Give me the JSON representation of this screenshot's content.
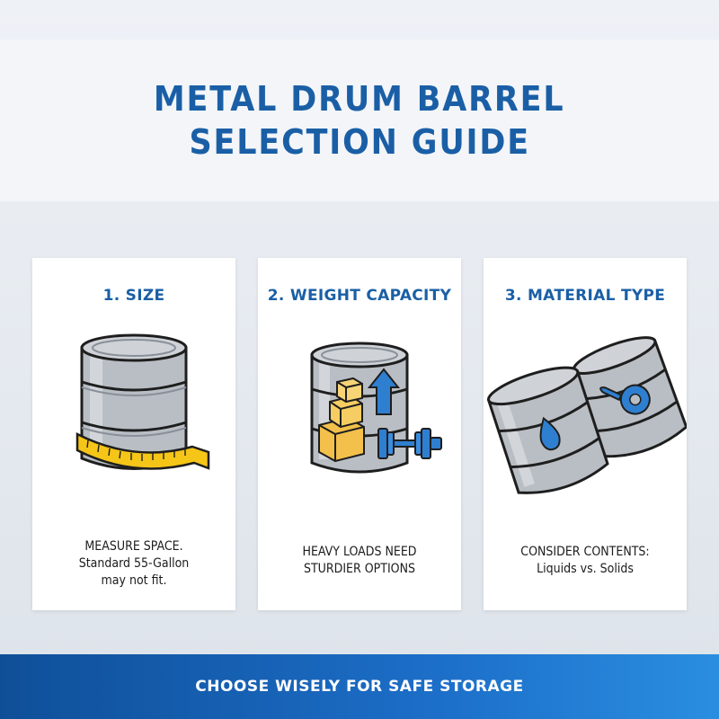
{
  "header": {
    "title_line1": "METAL DRUM BARREL",
    "title_line2": "SELECTION GUIDE"
  },
  "cards": [
    {
      "heading": "1. SIZE",
      "lines": [
        "MEASURE SPACE.",
        "Standard 55-Gallon",
        "may not fit."
      ],
      "icons": [
        "barrel-icon",
        "measuring-tape-icon"
      ]
    },
    {
      "heading": "2. WEIGHT CAPACITY",
      "lines": [
        "HEAVY LOADS NEED",
        "STURDIER OPTIONS"
      ],
      "icons": [
        "barrel-icon",
        "boxes-icon",
        "up-arrow-icon",
        "dumbbell-icon"
      ]
    },
    {
      "heading": "3. MATERIAL TYPE",
      "lines": [
        "CONSIDER CONTENTS:",
        "Liquids vs. Solids"
      ],
      "icons": [
        "barrel-icon",
        "water-drop-icon",
        "wrench-gear-icon"
      ]
    }
  ],
  "footer": {
    "text": "CHOOSE WISELY FOR SAFE STORAGE"
  },
  "colors": {
    "accent": "#1a5fa6",
    "barrel": "#b9bec4",
    "tape": "#f5c518",
    "box": "#f2c04b"
  }
}
